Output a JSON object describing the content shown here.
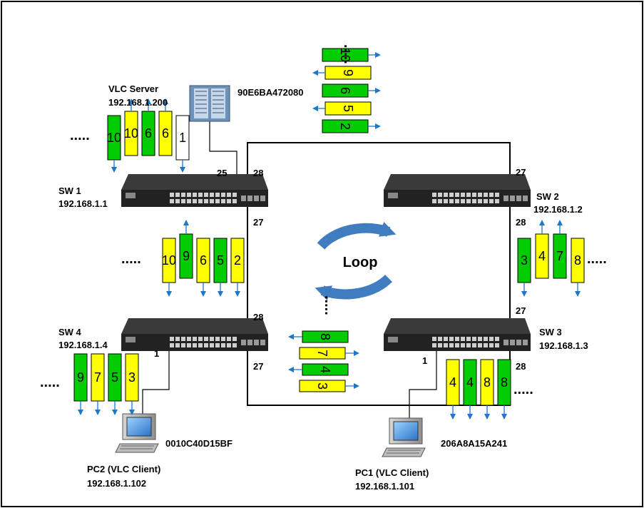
{
  "colors": {
    "green": "#00cc00",
    "yellow": "#ffff00",
    "white": "#ffffff",
    "arrow_blue": "#1f77c8",
    "loop_blue": "#3f7cc0",
    "switch_body": "#222222"
  },
  "switches": [
    {
      "name": "SW 1",
      "ip": "192.168.1.1"
    },
    {
      "name": "SW 2",
      "ip": "192.168.1.2"
    },
    {
      "name": "SW 3",
      "ip": "192.168.1.3"
    },
    {
      "name": "SW 4",
      "ip": "192.168.1.4"
    }
  ],
  "ports": {
    "sw1_server": "25",
    "sw1_right_top": "28",
    "sw1_right_bottom": "27",
    "sw2_left_top": "27",
    "sw2_left_bottom": "28",
    "sw3_left_top": "27",
    "sw3_right_bottom": "28",
    "sw3_client": "1",
    "sw4_right_top": "28",
    "sw4_right_bottom": "27",
    "sw4_client": "1"
  },
  "server": {
    "title": "VLC Server",
    "ip": "192.168.1.200",
    "mac": "90E6BA472080"
  },
  "pc1": {
    "title": "PC1 (VLC Client)",
    "ip": "192.168.1.101",
    "mac": "206A8A15A241"
  },
  "pc2": {
    "title": "PC2 (VLC Client)",
    "ip": "192.168.1.102",
    "mac": "0010C40D15BF"
  },
  "loop_label": "Loop",
  "ellipsis": ".....",
  "frame_groups": {
    "server_top": [
      {
        "label": "10",
        "color": "green"
      },
      {
        "label": "10",
        "color": "yellow"
      },
      {
        "label": "6",
        "color": "green"
      },
      {
        "label": "6",
        "color": "yellow"
      },
      {
        "label": "1",
        "color": "white"
      }
    ],
    "top_link": [
      {
        "label": "10",
        "color": "green"
      },
      {
        "label": "9",
        "color": "yellow"
      },
      {
        "label": "6",
        "color": "green"
      },
      {
        "label": "5",
        "color": "yellow"
      },
      {
        "label": "2",
        "color": "green"
      }
    ],
    "left_link": [
      {
        "label": "10",
        "color": "yellow"
      },
      {
        "label": "9",
        "color": "green"
      },
      {
        "label": "6",
        "color": "yellow"
      },
      {
        "label": "5",
        "color": "green"
      },
      {
        "label": "2",
        "color": "yellow"
      }
    ],
    "right_link": [
      {
        "label": "3",
        "color": "green"
      },
      {
        "label": "4",
        "color": "yellow"
      },
      {
        "label": "7",
        "color": "green"
      },
      {
        "label": "8",
        "color": "yellow"
      }
    ],
    "bottom_link": [
      {
        "label": "8",
        "color": "green"
      },
      {
        "label": "7",
        "color": "yellow"
      },
      {
        "label": "4",
        "color": "green"
      },
      {
        "label": "3",
        "color": "yellow"
      }
    ],
    "pc2_frames": [
      {
        "label": "9",
        "color": "green"
      },
      {
        "label": "7",
        "color": "yellow"
      },
      {
        "label": "5",
        "color": "green"
      },
      {
        "label": "3",
        "color": "yellow"
      }
    ],
    "pc1_frames": [
      {
        "label": "4",
        "color": "yellow"
      },
      {
        "label": "4",
        "color": "green"
      },
      {
        "label": "8",
        "color": "yellow"
      },
      {
        "label": "8",
        "color": "green"
      }
    ]
  }
}
